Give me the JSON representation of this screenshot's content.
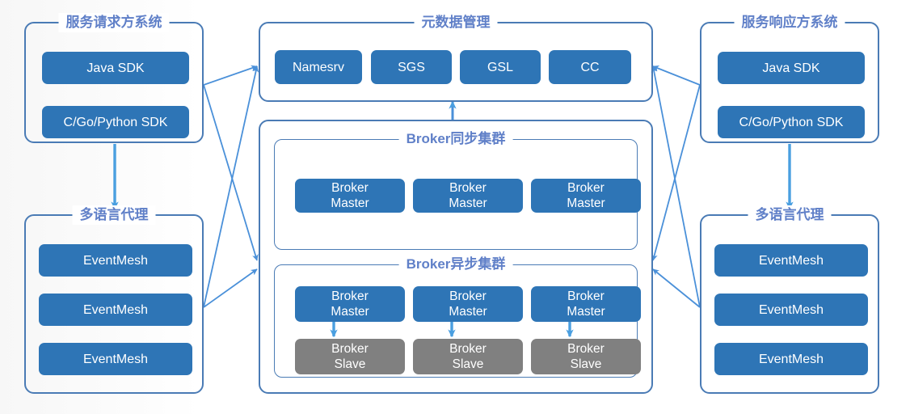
{
  "diagram": {
    "title": "EventMesh / Broker cluster architecture",
    "colors": {
      "node_blue": "#2E75B6",
      "node_gray": "#808080",
      "panel_border": "#4A7BB5",
      "panel_title": "#6080C8",
      "connector": "#4A90D9",
      "background": "#ffffff"
    }
  },
  "panels": {
    "requester": {
      "title": "服务请求方系统",
      "nodes": [
        {
          "label": "Java SDK"
        },
        {
          "label": "C/Go/Python SDK"
        }
      ]
    },
    "requester_proxy": {
      "title": "多语言代理",
      "nodes": [
        {
          "label": "EventMesh"
        },
        {
          "label": "EventMesh"
        },
        {
          "label": "EventMesh"
        }
      ]
    },
    "metadata": {
      "title": "元数据管理",
      "nodes": [
        {
          "label": "Namesrv"
        },
        {
          "label": "SGS"
        },
        {
          "label": "GSL"
        },
        {
          "label": "CC"
        }
      ]
    },
    "broker_sync": {
      "title": "Broker同步集群",
      "nodes": [
        {
          "label": "Broker\nMaster"
        },
        {
          "label": "Broker\nMaster"
        },
        {
          "label": "Broker\nMaster"
        }
      ]
    },
    "broker_async": {
      "title": "Broker异步集群",
      "masters": [
        {
          "label": "Broker\nMaster"
        },
        {
          "label": "Broker\nMaster"
        },
        {
          "label": "Broker\nMaster"
        }
      ],
      "slaves": [
        {
          "label": "Broker\nSlave"
        },
        {
          "label": "Broker\nSlave"
        },
        {
          "label": "Broker\nSlave"
        }
      ]
    },
    "responder": {
      "title": "服务响应方系统",
      "nodes": [
        {
          "label": "Java SDK"
        },
        {
          "label": "C/Go/Python SDK"
        }
      ]
    },
    "responder_proxy": {
      "title": "多语言代理",
      "nodes": [
        {
          "label": "EventMesh"
        },
        {
          "label": "EventMesh"
        },
        {
          "label": "EventMesh"
        }
      ]
    }
  }
}
